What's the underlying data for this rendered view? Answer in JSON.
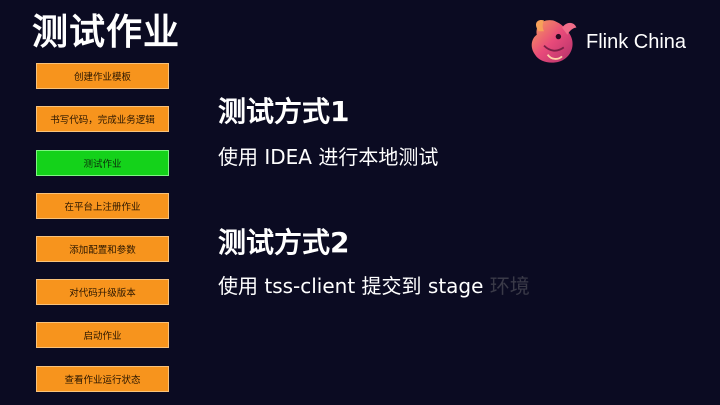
{
  "slide": {
    "title": "测试作业",
    "logo_text": "Flink China",
    "logo_icon": "flink-squirrel-icon",
    "colors": {
      "background": "#0b0b22",
      "step_default": "#f7941d",
      "step_active": "#14d21a"
    }
  },
  "steps": [
    {
      "label": "创建作业模板",
      "active": false
    },
    {
      "label": "书写代码，完成业务逻辑",
      "active": false
    },
    {
      "label": "测试作业",
      "active": true
    },
    {
      "label": "在平台上注册作业",
      "active": false
    },
    {
      "label": "添加配置和参数",
      "active": false
    },
    {
      "label": "对代码升级版本",
      "active": false
    },
    {
      "label": "启动作业",
      "active": false
    },
    {
      "label": "查看作业运行状态",
      "active": false
    }
  ],
  "methods": [
    {
      "title": "测试方式1",
      "desc": "使用 IDEA 进行本地测试",
      "desc_faded": ""
    },
    {
      "title": "测试方式2",
      "desc": "使用 tss-client 提交到 stage ",
      "desc_faded": "环境"
    }
  ]
}
